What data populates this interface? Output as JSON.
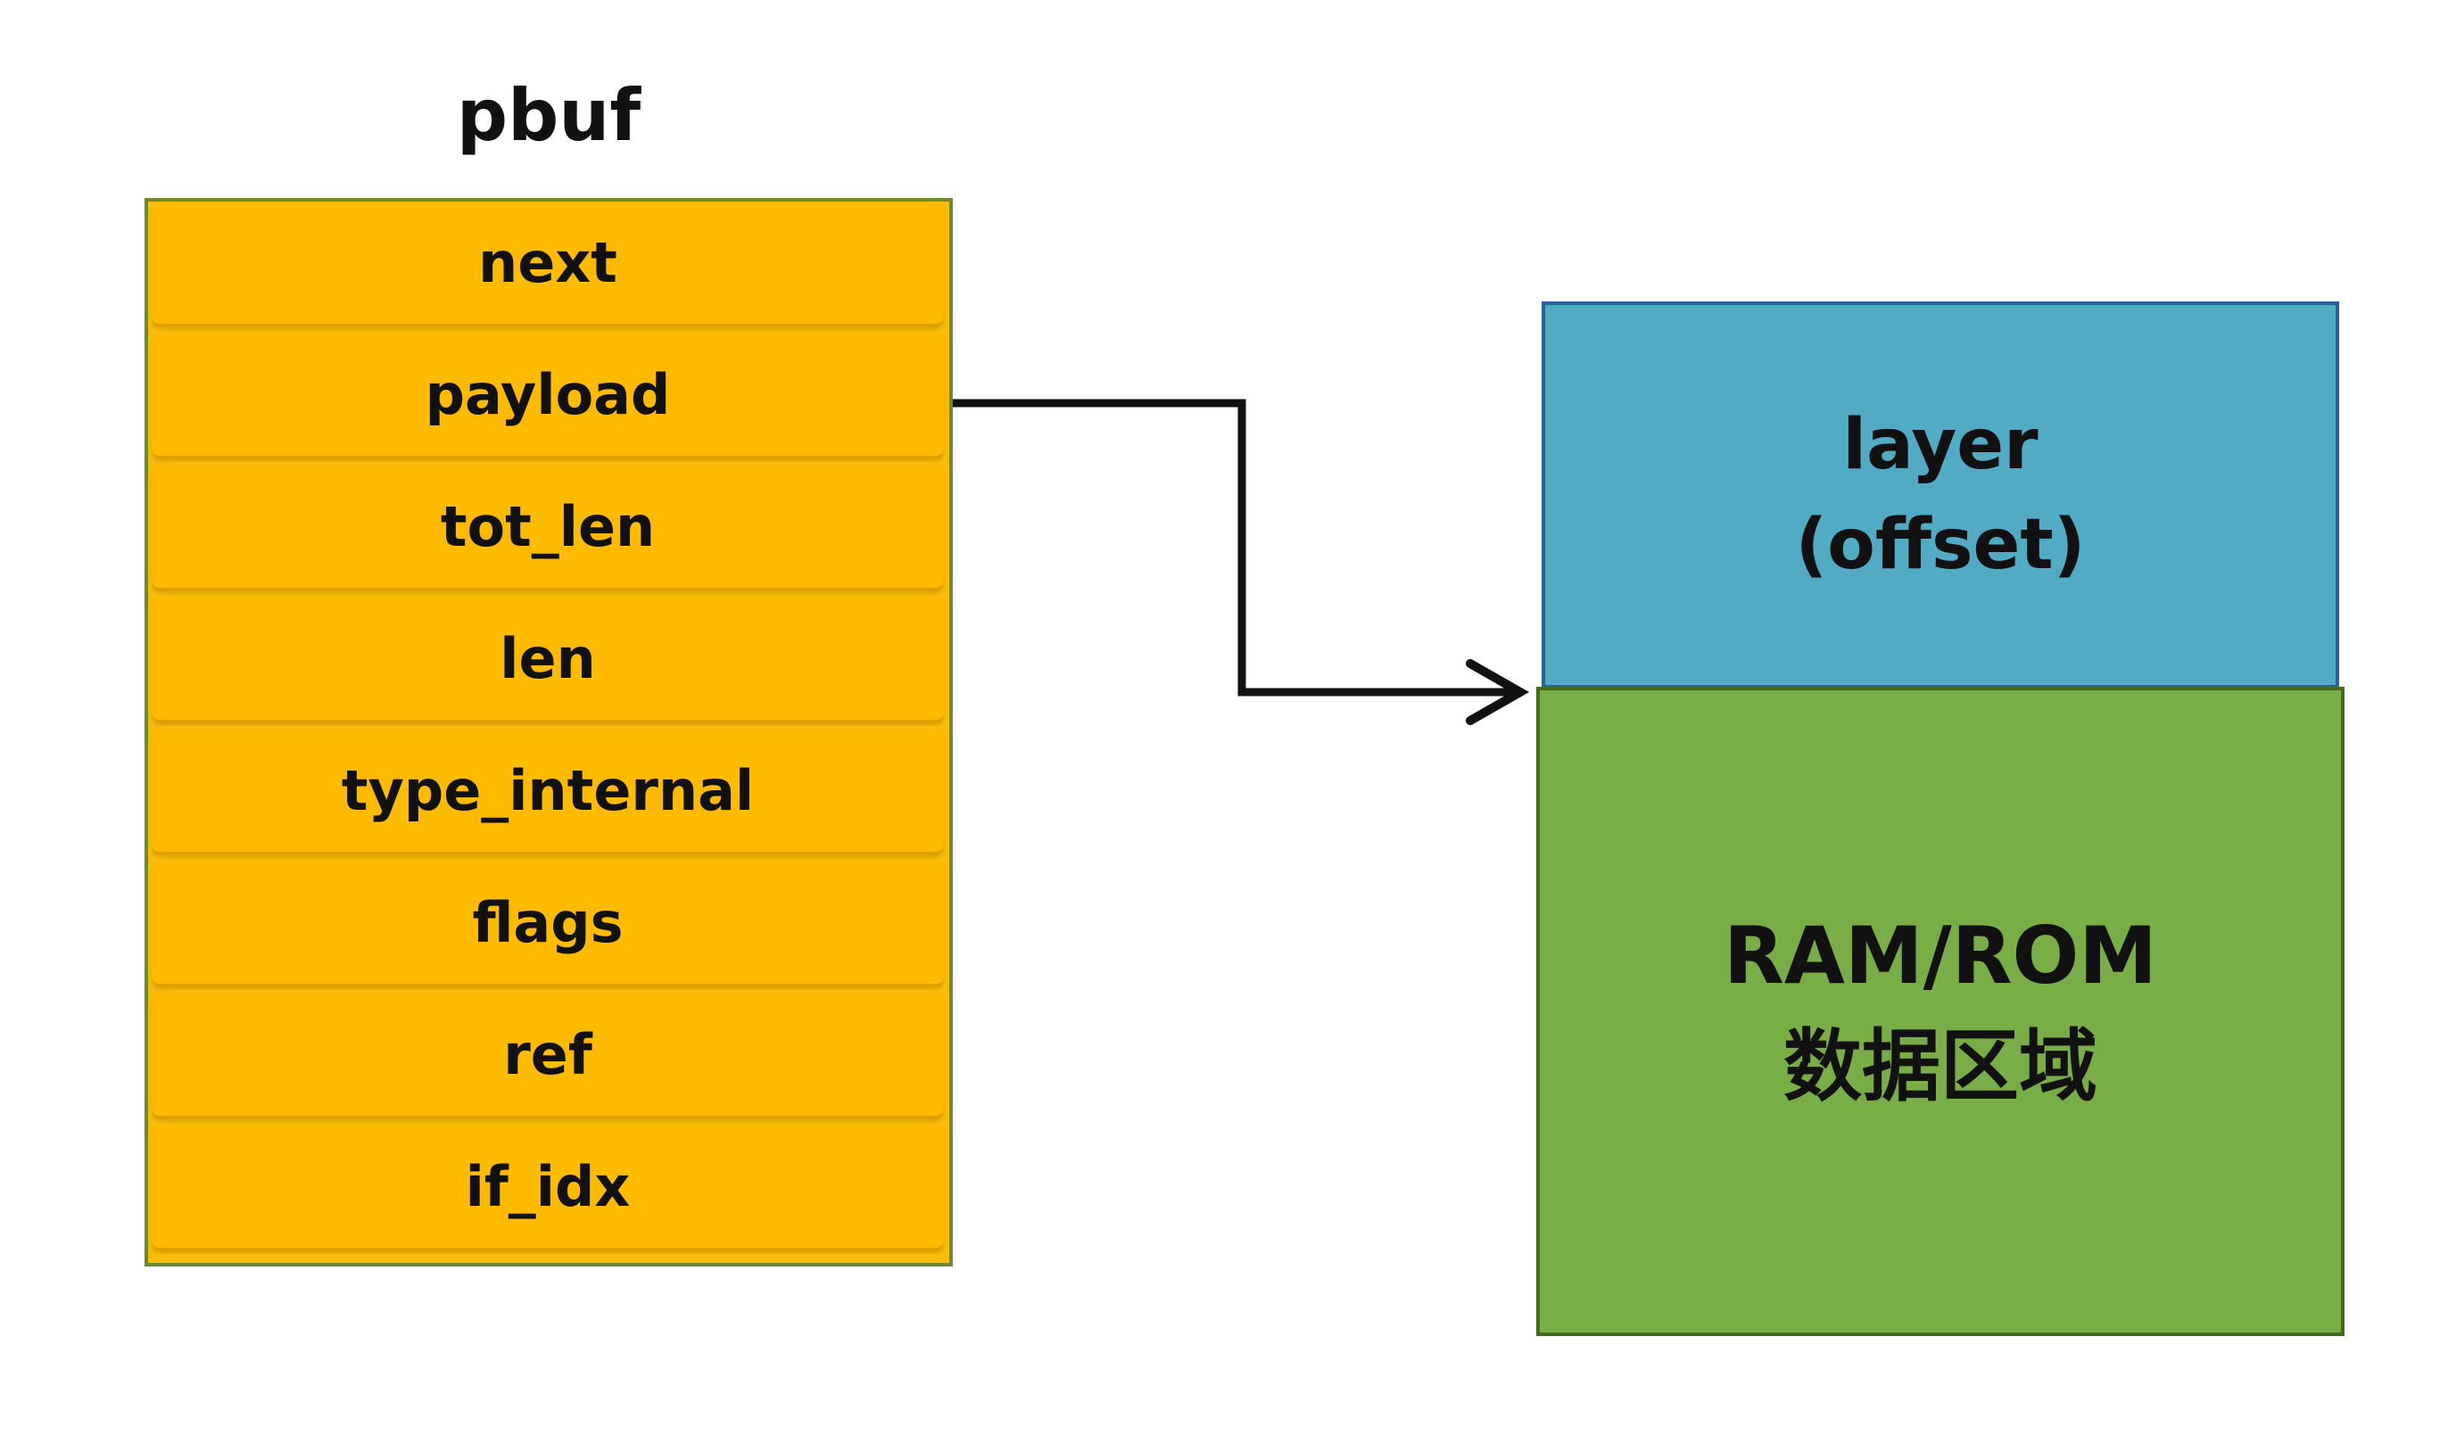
{
  "struct": {
    "title": "pbuf",
    "fields": [
      "next",
      "payload",
      "tot_len",
      "len",
      "type_internal",
      "flags",
      "ref",
      "if_idx"
    ]
  },
  "buffer": {
    "layer_line1": "layer",
    "layer_line2": "(offset)",
    "data_line1": "RAM/ROM",
    "data_line2": "数据区域"
  },
  "colors": {
    "field_fill": "#ffbb00",
    "layer_fill": "#52abc5",
    "data_fill": "#79ad46",
    "arrow": "#111111"
  },
  "connector": {
    "from": "payload",
    "to": "RAM/ROM"
  }
}
